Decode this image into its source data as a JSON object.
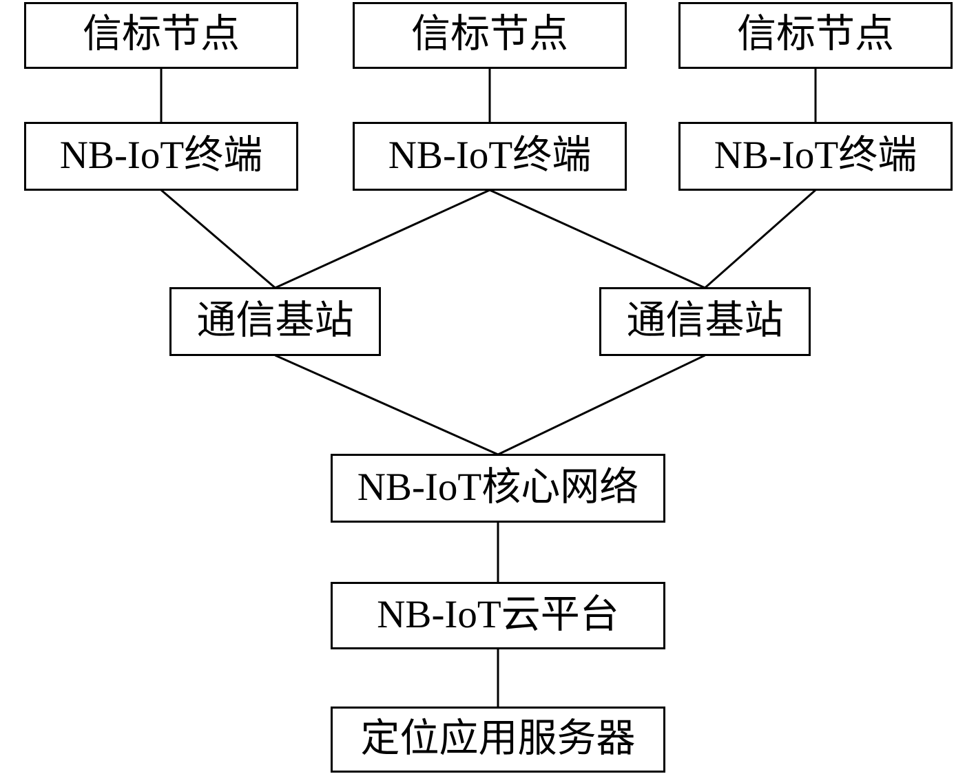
{
  "diagram": {
    "colors": {
      "background": "#ffffff",
      "line": "#000000",
      "text": "#000000"
    },
    "nodes": {
      "beacon1": {
        "label": "信标节点"
      },
      "beacon2": {
        "label": "信标节点"
      },
      "beacon3": {
        "label": "信标节点"
      },
      "terminal1": {
        "label": "NB-IoT终端"
      },
      "terminal2": {
        "label": "NB-IoT终端"
      },
      "terminal3": {
        "label": "NB-IoT终端"
      },
      "base1": {
        "label": "通信基站"
      },
      "base2": {
        "label": "通信基站"
      },
      "core": {
        "label": "NB-IoT核心网络"
      },
      "cloud": {
        "label": "NB-IoT云平台"
      },
      "server": {
        "label": "定位应用服务器"
      }
    },
    "edges": [
      {
        "from": "beacon1",
        "to": "terminal1"
      },
      {
        "from": "beacon2",
        "to": "terminal2"
      },
      {
        "from": "beacon3",
        "to": "terminal3"
      },
      {
        "from": "terminal1",
        "to": "base1"
      },
      {
        "from": "terminal2",
        "to": "base1"
      },
      {
        "from": "terminal2",
        "to": "base2"
      },
      {
        "from": "terminal3",
        "to": "base2"
      },
      {
        "from": "base1",
        "to": "core"
      },
      {
        "from": "base2",
        "to": "core"
      },
      {
        "from": "core",
        "to": "cloud"
      },
      {
        "from": "cloud",
        "to": "server"
      }
    ]
  }
}
